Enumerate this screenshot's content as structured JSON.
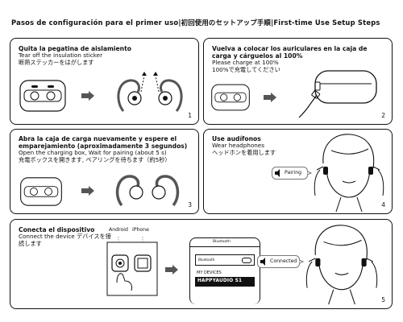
{
  "header": {
    "title": "Pasos de configuración para el primer uso|初回使用のセットアップ手順|First-time Use Setup Steps"
  },
  "steps": [
    {
      "number": "1",
      "es": "Quita la pegatina de aislamiento",
      "en": "Tear off the insulation sticker",
      "ja": "断熱ステッカーをはがします"
    },
    {
      "number": "2",
      "es": "Vuelva a colocar los auriculares en la caja de carga y cárguelos al 100%",
      "en": "Please charge at 100%",
      "ja": "100%で充電してください"
    },
    {
      "number": "3",
      "es": "Abra la caja de carga nuevamente y espere el emparejamiento (aproximadamente 3 segundos)",
      "en": "Open the charging box, Wait for pairing (about 5 s)",
      "ja": "充電ボックスを開きます, ペアリングを待ちます（約5秒）"
    },
    {
      "number": "4",
      "es": "Use audífonos",
      "en": "Wear headphones",
      "ja": "ヘッドホンを着用します",
      "bubble": "Pairing"
    },
    {
      "number": "5",
      "es": "Conecta el dispositivo",
      "en_ja": "Connect the device デバイスを接続します",
      "android": "Android",
      "iphone": "iPhone",
      "bluetooth": "Bluetooth",
      "my_devices": "MY DEVICES",
      "device_name": "HAPPYAUDIO S1",
      "bubble": "Connected"
    }
  ]
}
